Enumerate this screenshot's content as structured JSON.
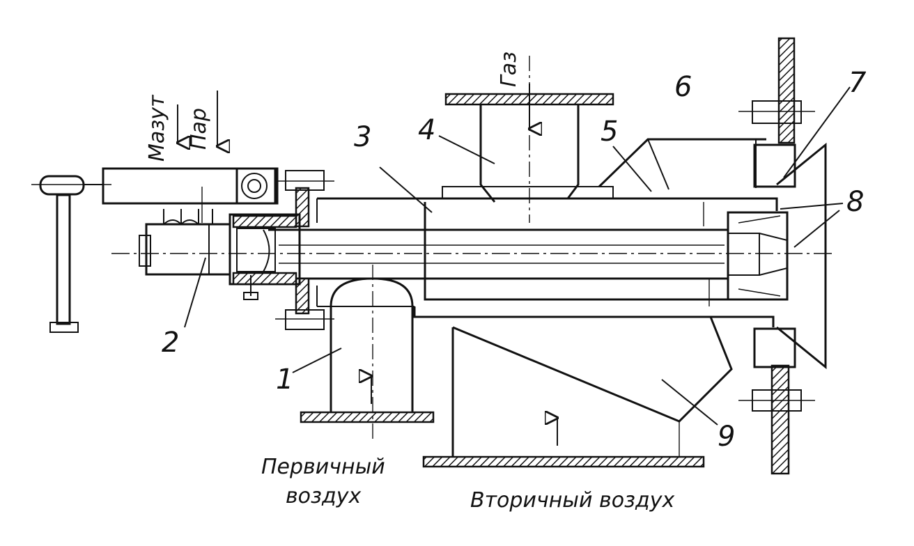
{
  "labels": {
    "n1": "1",
    "n2": "2",
    "n3": "3",
    "n4": "4",
    "n5": "5",
    "n6": "6",
    "n7": "7",
    "n8": "8",
    "n9": "9"
  },
  "flows": {
    "mazut": "Мазут",
    "steam": "Пар",
    "gas": "Газ",
    "primary_air_line1": "Первичный",
    "primary_air_line2": "воздух",
    "secondary_air": "Вторичный воздух"
  }
}
